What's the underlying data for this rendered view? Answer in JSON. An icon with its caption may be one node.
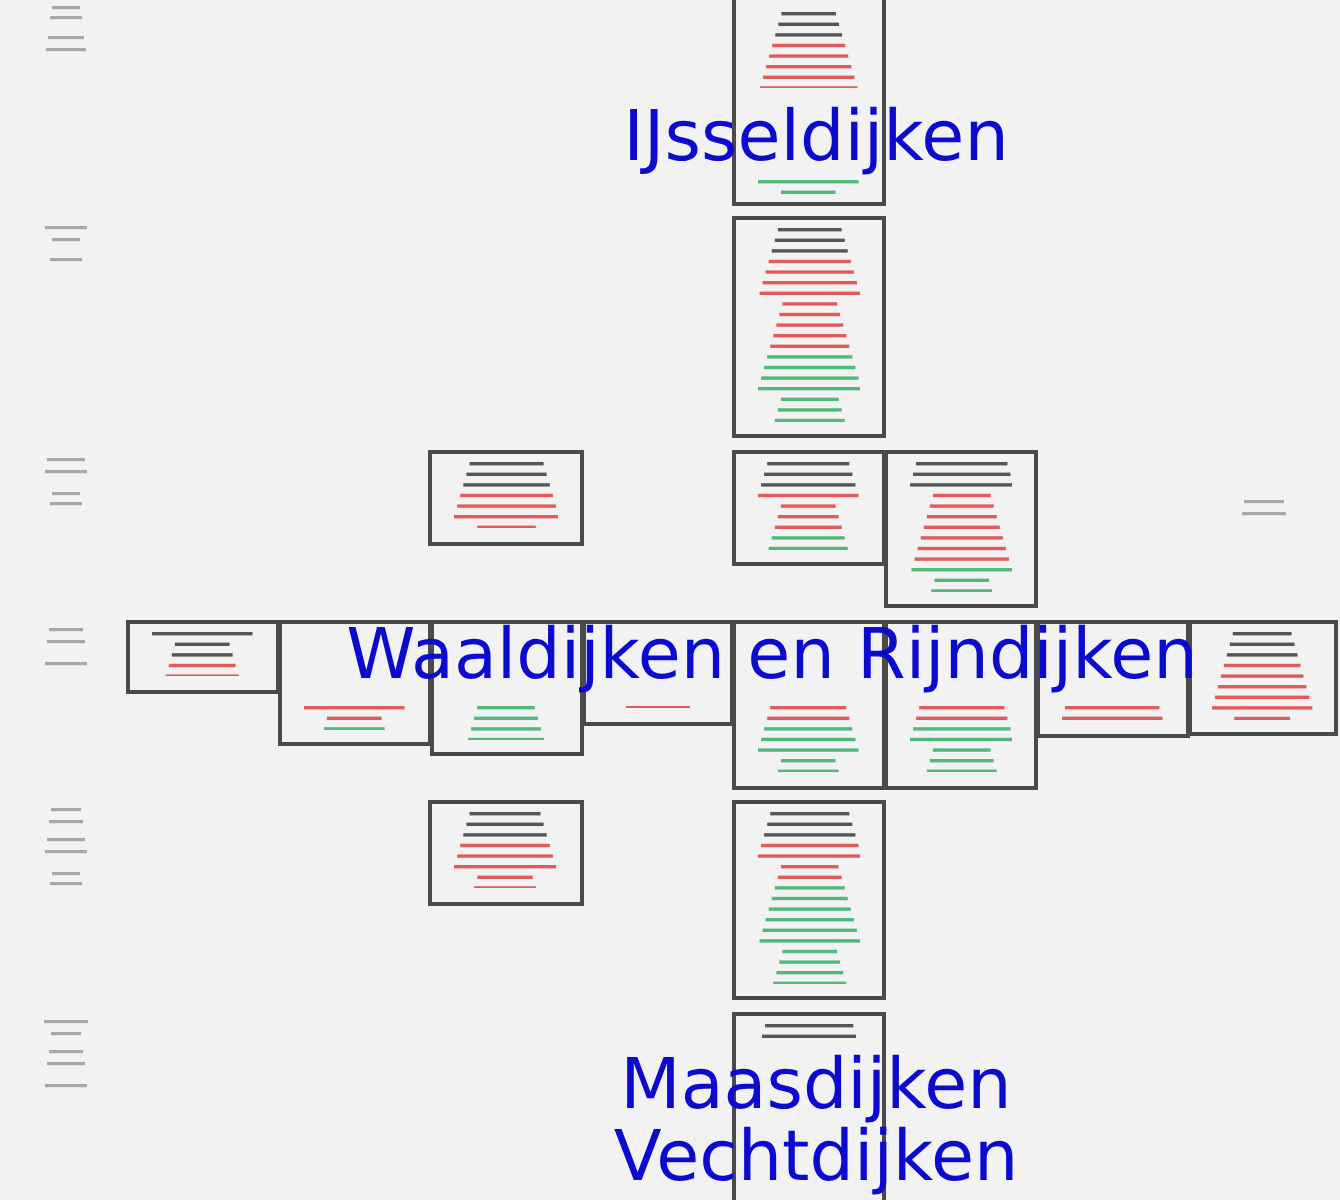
{
  "diagram": {
    "nodes": [
      {
        "text": [],
        "shape": "box"
      },
      {
        "text": [],
        "shape": "box"
      },
      {
        "text": [],
        "shape": "box"
      },
      {
        "text": [],
        "shape": "box"
      },
      {
        "text": [],
        "shape": "box"
      },
      {
        "text": [],
        "shape": "box"
      },
      {
        "text": [],
        "shape": "box"
      },
      {
        "text": [],
        "shape": "box"
      },
      {
        "text": [],
        "shape": "box"
      },
      {
        "text": [],
        "shape": "box"
      },
      {
        "text": [],
        "shape": "box"
      },
      {
        "text": [],
        "shape": "box"
      },
      {
        "text": [],
        "shape": "box"
      },
      {
        "text": [],
        "shape": "box"
      },
      {
        "text": [],
        "shape": "box"
      },
      {
        "text": [],
        "shape": "box"
      }
    ],
    "labels": [
      "IJsseldijken",
      "Waaldijken en Rijndijken",
      "Maasdijken",
      "Vechtdijken"
    ]
  }
}
